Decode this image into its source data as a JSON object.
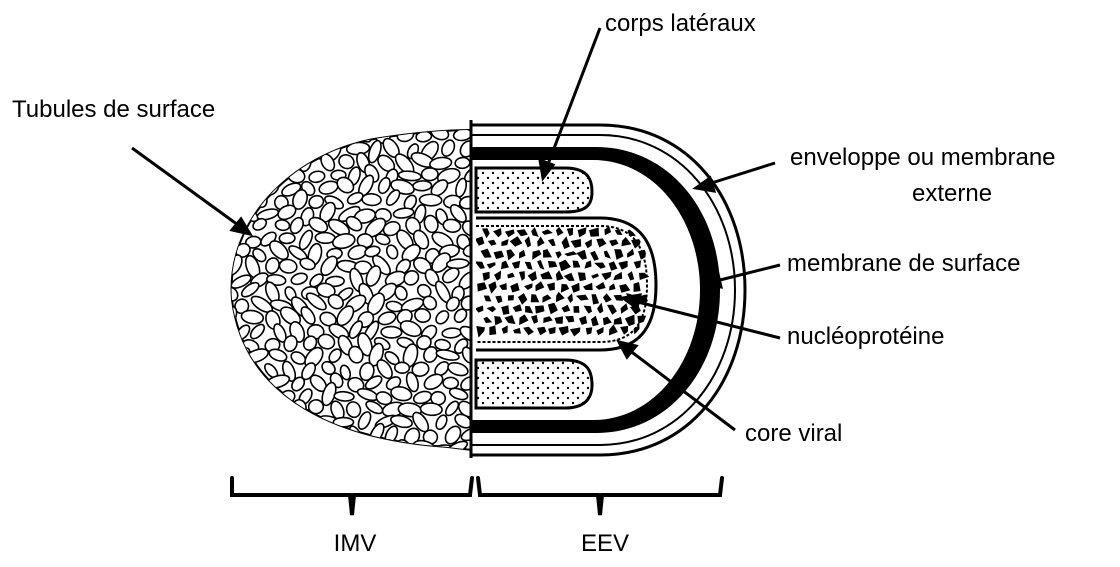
{
  "labels": {
    "tubules": "Tubules de surface",
    "lateral_bodies": "corps latéraux",
    "envelope": "enveloppe ou membrane",
    "envelope_line2": "externe",
    "surface_membrane": "membrane de surface",
    "nucleoprotein": "nucléoprotéine",
    "viral_core": "core viral",
    "imv": "IMV",
    "eev": "EEV"
  }
}
